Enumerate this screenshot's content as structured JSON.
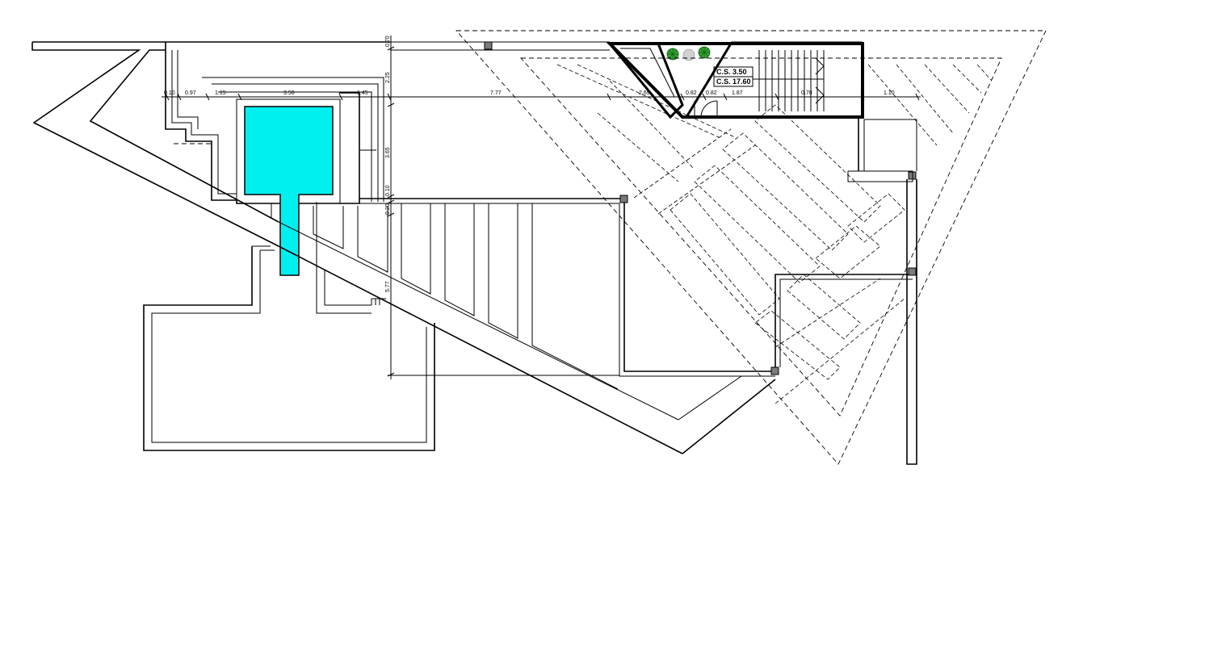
{
  "colors": {
    "pool": "#00f0f0",
    "line": "#000000",
    "plant": "#2fa82f",
    "column": "#7a7a7a"
  },
  "dimensions": {
    "d010a": "0.10",
    "d097": "0.97",
    "d115": "1.15",
    "d350": "3.50",
    "d145": "1.45",
    "d777": "7.77",
    "d269": "2.69",
    "d082a": "0.82",
    "d082b": "0.82",
    "d187": "1.87",
    "d070": "0.70",
    "d110": "1.10",
    "v070": "0.70",
    "v225": "2.25",
    "v365": "3.65",
    "v010": "0.10",
    "v020": "0.20",
    "v577": "5.77"
  },
  "levels": {
    "cs1": "C.S. 3.50",
    "cs2": "C.S. 17.60"
  },
  "icons": {
    "plant1": "tree-icon",
    "plant2": "tree-icon"
  }
}
